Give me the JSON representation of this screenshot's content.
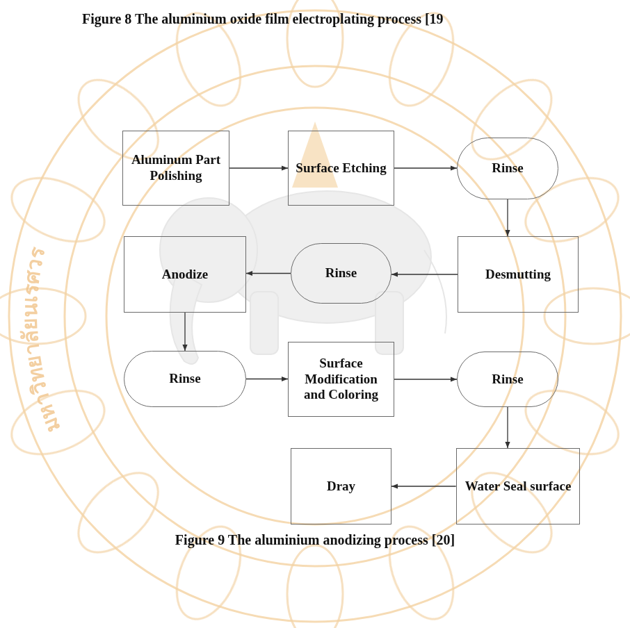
{
  "diagram": {
    "caption": "Figure 9 The aluminium anodizing process [20]",
    "nodes": [
      {
        "text": [
          "Aluminum Part Polishing"
        ]
      },
      {
        "text": [
          "Surface Etching"
        ]
      },
      {
        "text": [
          "Rinse"
        ]
      },
      {
        "text": [
          "Desmutting"
        ]
      },
      {
        "text": [
          "Rinse"
        ]
      },
      {
        "text": [
          "Anodize"
        ]
      },
      {
        "text": [
          "Rinse"
        ]
      },
      {
        "text": [
          "Surface Modification and Coloring"
        ]
      },
      {
        "text": [
          "Rinse"
        ]
      },
      {
        "text": [
          "Water Seal surface"
        ]
      },
      {
        "text": [
          "Dray"
        ]
      }
    ],
    "edges": [
      {
        "from": 0,
        "to": 1,
        "arrow": "to"
      },
      {
        "from": 1,
        "to": 2,
        "arrow": "to"
      },
      {
        "from": 2,
        "to": 3,
        "arrow": "to"
      },
      {
        "from": 3,
        "to": 4,
        "arrow": "to"
      },
      {
        "from": 4,
        "to": 5,
        "arrow": "to"
      },
      {
        "from": 5,
        "to": 6,
        "arrow": "to"
      },
      {
        "from": 6,
        "to": 7,
        "arrow": "to"
      },
      {
        "from": 7,
        "to": 8,
        "arrow": "to"
      },
      {
        "from": 8,
        "to": 9,
        "arrow": "to"
      },
      {
        "from": 9,
        "to": 10,
        "arrow": "to"
      }
    ],
    "labels": [
      "Figure 8 The aluminium oxide film electroplating process [19",
      "มหาวิทยาลัยนเรศวร"
    ]
  }
}
